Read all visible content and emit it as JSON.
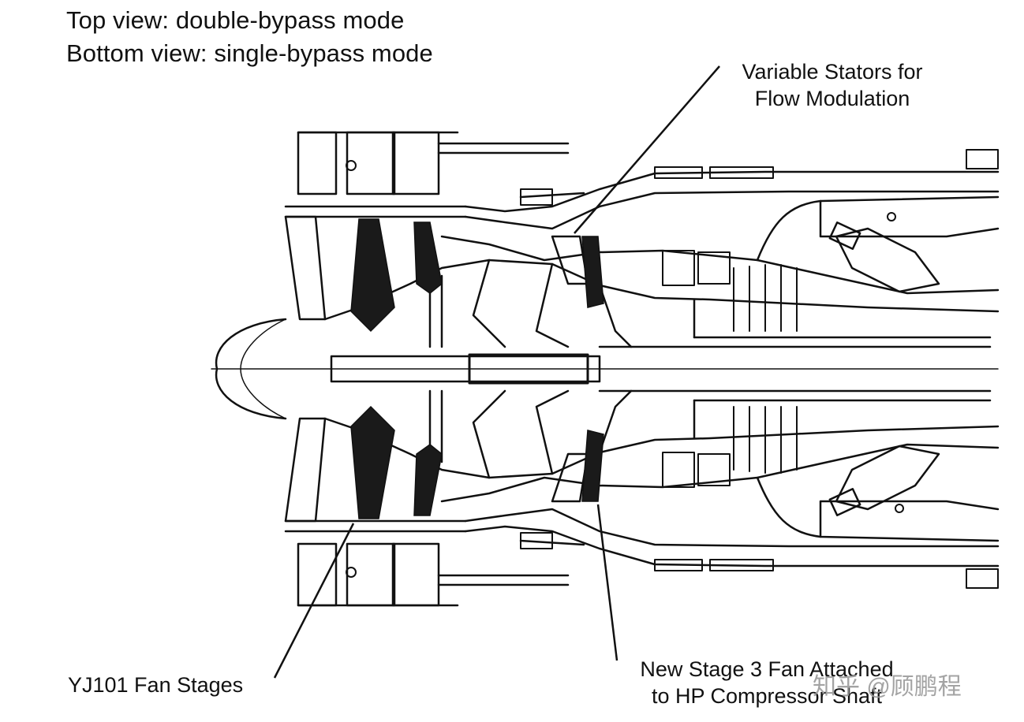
{
  "header": {
    "line1": "Top view:  double-bypass mode",
    "line2": "Bottom view:  single-bypass mode"
  },
  "callouts": {
    "variable_stators": [
      "Variable Stators for",
      "Flow Modulation"
    ],
    "new_stage3_fan": [
      "New Stage 3 Fan Attached",
      "to HP Compressor Shaft"
    ],
    "fan_stages": "YJ101 Fan Stages"
  },
  "watermark": "知乎 @顾鹏程",
  "colors": {
    "ink": "#111111",
    "blade_fill": "#1a1a1a",
    "background": "#ffffff",
    "watermark": "#9a9a9a"
  }
}
